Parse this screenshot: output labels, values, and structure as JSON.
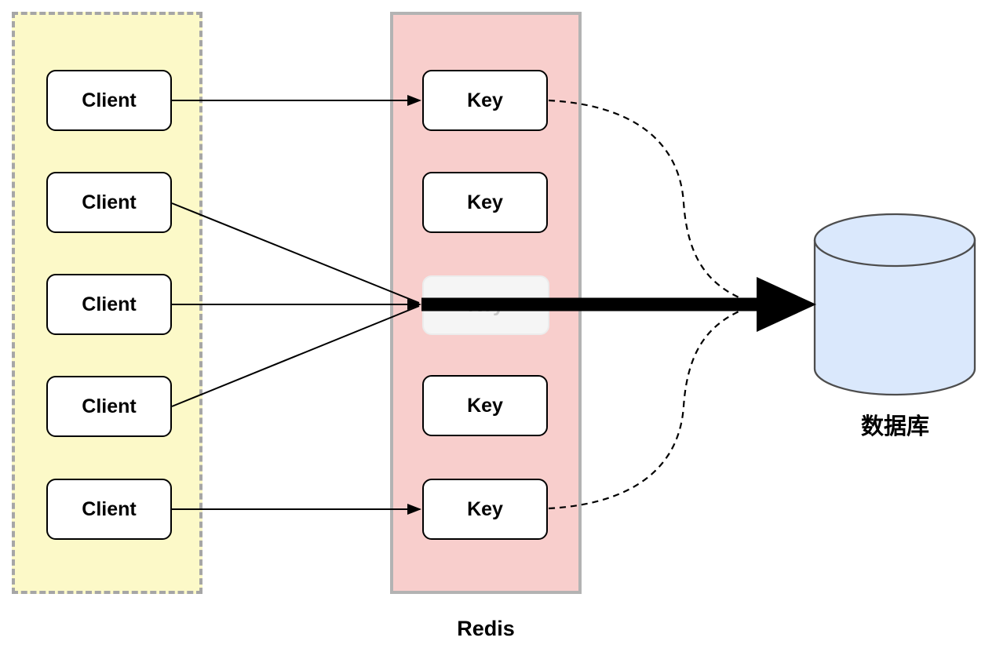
{
  "nodes": {
    "clients": [
      "Client",
      "Client",
      "Client",
      "Client",
      "Client"
    ],
    "keys": [
      "Key",
      "Key",
      "Key",
      "Key"
    ],
    "expired_key": "Key"
  },
  "labels": {
    "redis": "Redis",
    "database": "数据库"
  },
  "colors": {
    "clients_group_fill": "#FCF9C8",
    "clients_group_border": "#A6A6A6",
    "redis_group_fill": "#F8CECC",
    "redis_group_border": "#B3B3B3",
    "node_fill": "#FFFFFF",
    "node_border": "#000000",
    "expired_key_fill": "#F5F5F5",
    "expired_key_text": "#C9C9C9",
    "database_fill": "#DAE8FC",
    "database_stroke": "#4D4D4D",
    "connector": "#000000"
  }
}
